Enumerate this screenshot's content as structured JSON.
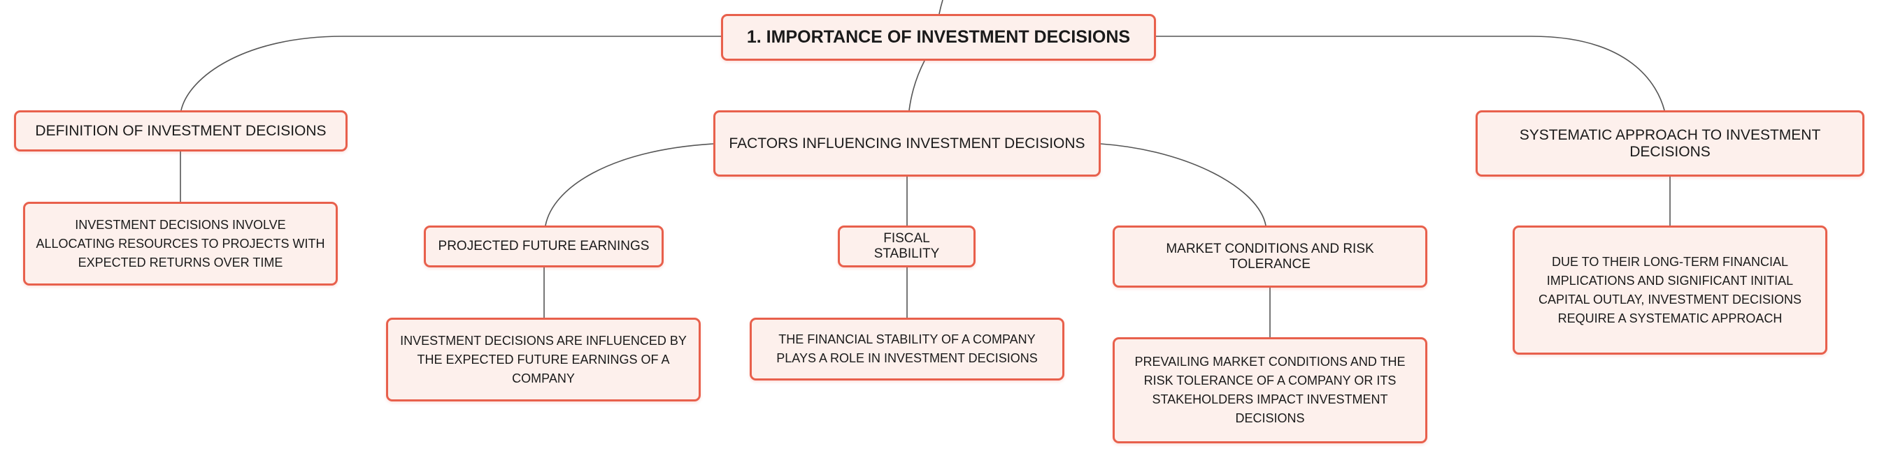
{
  "colors": {
    "node_border": "#e8604c",
    "node_fill": "#fdf0ec",
    "connector": "#555555"
  },
  "root": {
    "label": "1. IMPORTANCE OF INVESTMENT DECISIONS"
  },
  "branches": [
    {
      "label": "DEFINITION OF INVESTMENT DECISIONS",
      "detail": "INVESTMENT DECISIONS INVOLVE ALLOCATING RESOURCES TO PROJECTS WITH EXPECTED RETURNS OVER TIME"
    },
    {
      "label": "FACTORS INFLUENCING INVESTMENT DECISIONS",
      "factors": [
        {
          "label": "PROJECTED FUTURE EARNINGS",
          "detail": "INVESTMENT DECISIONS ARE INFLUENCED BY THE EXPECTED FUTURE EARNINGS OF A COMPANY"
        },
        {
          "label": "FISCAL STABILITY",
          "detail": "THE FINANCIAL STABILITY OF A COMPANY PLAYS A ROLE IN INVESTMENT DECISIONS"
        },
        {
          "label": "MARKET CONDITIONS AND RISK TOLERANCE",
          "detail": "PREVAILING MARKET CONDITIONS AND THE RISK TOLERANCE OF A COMPANY OR ITS STAKEHOLDERS IMPACT INVESTMENT DECISIONS"
        }
      ]
    },
    {
      "label": "SYSTEMATIC APPROACH TO INVESTMENT DECISIONS",
      "detail": "DUE TO THEIR LONG-TERM FINANCIAL IMPLICATIONS AND SIGNIFICANT INITIAL CAPITAL OUTLAY, INVESTMENT DECISIONS REQUIRE A SYSTEMATIC APPROACH"
    }
  ]
}
